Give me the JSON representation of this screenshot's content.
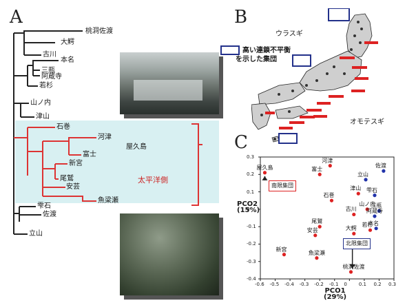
{
  "panels": {
    "a": "A",
    "b": "B",
    "c": "C"
  },
  "tree": {
    "taxa": [
      {
        "label": "桃洞佐渡",
        "group": "north"
      },
      {
        "label": "大鰐",
        "group": "north"
      },
      {
        "label": "古川",
        "group": "north"
      },
      {
        "label": "本名",
        "group": "north"
      },
      {
        "label": "三瓶",
        "group": "north"
      },
      {
        "label": "阿蔵寺",
        "group": "north"
      },
      {
        "label": "若杉",
        "group": "north"
      },
      {
        "label": "山ノ内",
        "group": "north"
      },
      {
        "label": "津山",
        "group": "north"
      },
      {
        "label": "石巻",
        "group": "pacific"
      },
      {
        "label": "河津",
        "group": "pacific"
      },
      {
        "label": "屋久島",
        "group": "pacific"
      },
      {
        "label": "富士",
        "group": "pacific"
      },
      {
        "label": "新宮",
        "group": "pacific"
      },
      {
        "label": "尾鷲",
        "group": "pacific"
      },
      {
        "label": "安芸",
        "group": "pacific"
      },
      {
        "label": "魚梁瀬",
        "group": "pacific"
      },
      {
        "label": "雫石",
        "group": "north"
      },
      {
        "label": "佐渡",
        "group": "north"
      },
      {
        "label": "立山",
        "group": "north"
      }
    ],
    "pacific_label": "太平洋側"
  },
  "map": {
    "ura_label": "ウラスギ",
    "omote_label": "オモテスギ",
    "legend_text_1": "高い連鎖不平衡",
    "legend_text_2": "を示した集団",
    "highlighted_boxes": 3,
    "red_marks": 13
  },
  "chart_data": {
    "type": "scatter",
    "xlabel_1": "PCO1",
    "xlabel_2": "(29%)",
    "ylabel_1": "PCO2",
    "ylabel_2": "(15%)",
    "xlim": [
      -0.6,
      0.3
    ],
    "ylim": [
      -0.4,
      0.3
    ],
    "x_ticks": [
      "-0.6",
      "-0.5",
      "-0.4",
      "-0.3",
      "-0.2",
      "-0.1",
      "0",
      "0.1",
      "0.2",
      "0.3"
    ],
    "y_ticks": [
      "0.3",
      "0.2",
      "0.1",
      "0",
      "-0.1",
      "-0.2",
      "-0.3",
      "-0.4"
    ],
    "series": [
      {
        "name": "南",
        "color": "#dd2222",
        "points": [
          {
            "label": "屋久島",
            "x": -0.57,
            "y": 0.21
          },
          {
            "label": "河津",
            "x": -0.13,
            "y": 0.25
          },
          {
            "label": "富士",
            "x": -0.2,
            "y": 0.2
          },
          {
            "label": "石巻",
            "x": -0.12,
            "y": 0.05
          },
          {
            "label": "尾鷲",
            "x": -0.2,
            "y": -0.1
          },
          {
            "label": "安芸",
            "x": -0.23,
            "y": -0.15
          },
          {
            "label": "新宮",
            "x": -0.44,
            "y": -0.26
          },
          {
            "label": "魚梁瀬",
            "x": -0.22,
            "y": -0.28
          },
          {
            "label": "桃洞佐渡",
            "x": 0.01,
            "y": -0.36
          },
          {
            "label": "大鰐",
            "x": 0.03,
            "y": -0.14
          },
          {
            "label": "津山",
            "x": 0.06,
            "y": 0.09
          },
          {
            "label": "古川",
            "x": 0.03,
            "y": -0.03
          },
          {
            "label": "若杉",
            "x": 0.14,
            "y": -0.12
          },
          {
            "label": "山ノ内",
            "x": 0.12,
            "y": 0.0
          }
        ]
      },
      {
        "name": "北",
        "color": "#2233aa",
        "points": [
          {
            "label": "佐渡",
            "x": 0.23,
            "y": 0.22
          },
          {
            "label": "立山",
            "x": 0.11,
            "y": 0.17
          },
          {
            "label": "雫石",
            "x": 0.17,
            "y": 0.08
          },
          {
            "label": "三瓶",
            "x": 0.2,
            "y": -0.01
          },
          {
            "label": "阿蔵寺",
            "x": 0.17,
            "y": -0.04
          },
          {
            "label": "本名",
            "x": 0.18,
            "y": -0.11
          }
        ]
      }
    ],
    "annotations": {
      "south_cluster": "南限集団",
      "north_cluster": "北限集団"
    }
  }
}
